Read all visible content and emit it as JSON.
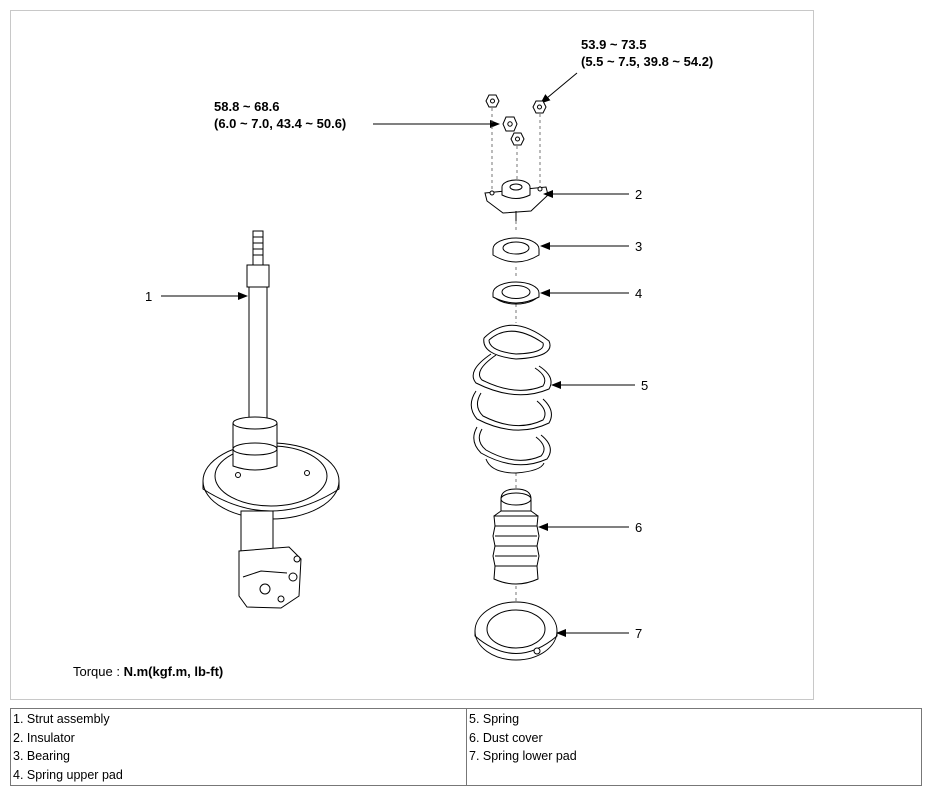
{
  "torque_specs": {
    "top_right": {
      "line1": "53.9 ~ 73.5",
      "line2": "(5.5 ~ 7.5, 39.8 ~ 54.2)"
    },
    "left": {
      "line1": "58.8 ~ 68.6",
      "line2": "(6.0 ~ 7.0, 43.4 ~ 50.6)"
    }
  },
  "callouts": [
    "1",
    "2",
    "3",
    "4",
    "5",
    "6",
    "7"
  ],
  "torque_note": {
    "label": "Torque : ",
    "units": "N.m(kgf.m, lb-ft)"
  },
  "legend": {
    "left": [
      "1. Strut assembly",
      "2. Insulator",
      "3. Bearing",
      "4. Spring upper pad"
    ],
    "right": [
      "5. Spring",
      "6. Dust cover",
      "7. Spring lower pad"
    ]
  }
}
